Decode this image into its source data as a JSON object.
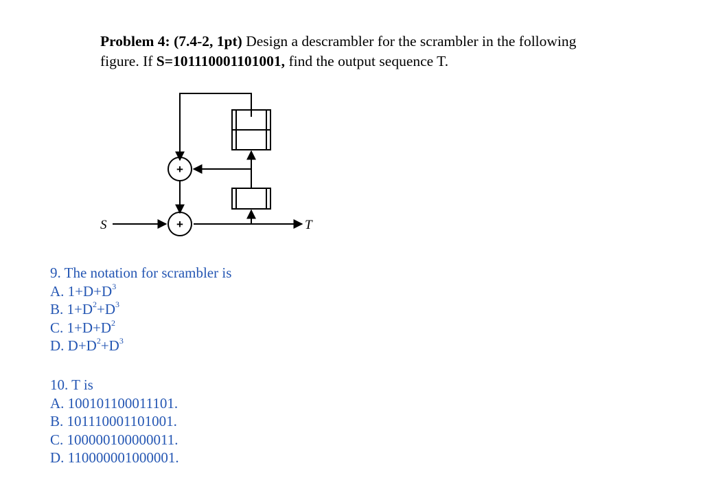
{
  "problem": {
    "lead": "Problem 4: (7.4-2, 1pt)",
    "text1": " Design a descrambler for the scrambler in the following",
    "text2": "figure. If ",
    "s_value": "S=101110001101001,",
    "text3": " find the output sequence T."
  },
  "diagram": {
    "input_label": "S",
    "output_label": "T",
    "adder_symbol": "+"
  },
  "q9": {
    "stem": "9. The notation for scrambler is",
    "options": [
      {
        "prefix": "A. 1+D+D",
        "sup1": "",
        "mid": "",
        "sup2": "3"
      },
      {
        "prefix": "B. 1+D",
        "sup1": "2",
        "mid": "+D",
        "sup2": "3"
      },
      {
        "prefix": "C. 1+D+D",
        "sup1": "",
        "mid": "",
        "sup2": "2"
      },
      {
        "prefix": "D. D+D",
        "sup1": "2",
        "mid": "+D",
        "sup2": "3"
      }
    ]
  },
  "q10": {
    "stem": "10. T is",
    "options": [
      "A. 100101100011101.",
      "B. 101110001101001.",
      "C. 100000100000011.",
      "D. 110000001000001."
    ]
  }
}
